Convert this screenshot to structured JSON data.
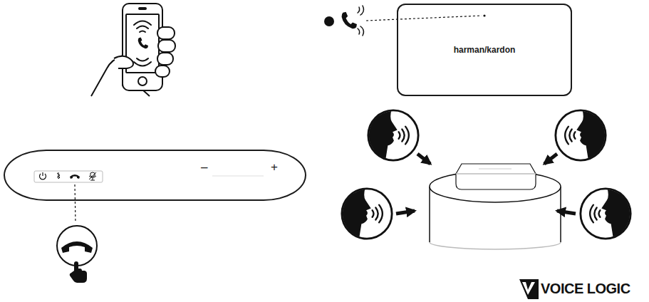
{
  "diagram": {
    "nodes": [
      {
        "text": [
          "harman/kardon"
        ]
      },
      {
        "text": [
          "–",
          "+"
        ]
      }
    ],
    "labels": [
      "VOICE LOGIC"
    ]
  }
}
